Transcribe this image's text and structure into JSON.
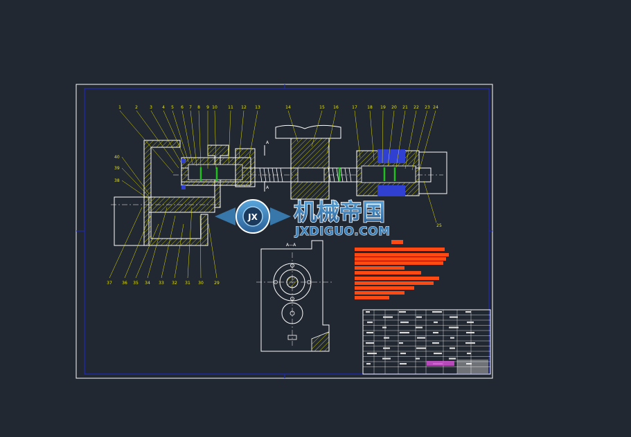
{
  "colors": {
    "background": "#222831",
    "sheet_border": "#ffffff",
    "inner_frame": "#1e2aa8",
    "outline": "#ffffff",
    "leader": "#e6e600",
    "hatch": "#b8b800",
    "seal": "#20c020",
    "bearing": "#3040d0",
    "notes": "#ff4a14",
    "title_accent": "#d050d0",
    "watermark": "#3b7fb8"
  },
  "drawing": {
    "part_numbers_top": [
      "1",
      "2",
      "3",
      "4",
      "5",
      "6",
      "7",
      "8",
      "9",
      "10",
      "11",
      "12",
      "13",
      "14",
      "15",
      "16",
      "17",
      "18",
      "19",
      "20",
      "21",
      "22",
      "23",
      "24"
    ],
    "part_numbers_left": [
      "40",
      "39",
      "38"
    ],
    "part_numbers_bottom": [
      "37",
      "36",
      "35",
      "34",
      "33",
      "32",
      "31",
      "30",
      "29"
    ],
    "part_number_right": "25",
    "section_label": "A—A",
    "section_marker_top": "A",
    "section_marker_bottom": "A"
  },
  "watermark": {
    "brand_cn": "机械帝国",
    "brand_en": "JXDIGUO.COM",
    "emblem": "JX"
  }
}
